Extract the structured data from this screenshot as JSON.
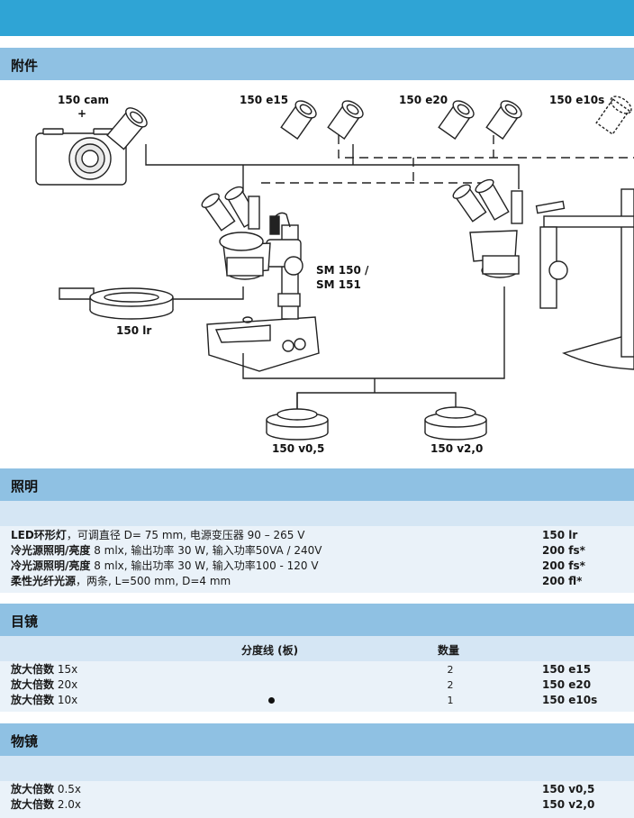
{
  "sections": {
    "accessories": {
      "title": "附件"
    },
    "illumination": {
      "title": "照明",
      "rows": [
        {
          "bold": "LED环形灯",
          "text": "，可调直径 D= 75 mm, 电源变压器 90 – 265 V",
          "code": "150 lr"
        },
        {
          "bold": "冷光源照明/亮度",
          "text": " 8 mlx, 输出功率 30 W, 输入功率50VA / 240V",
          "code": "200 fs*"
        },
        {
          "bold": "冷光源照明/亮度",
          "text": " 8 mlx, 输出功率 30 W, 输入功率100 - 120 V",
          "code": "200 fs*"
        },
        {
          "bold": "柔性光纤光源",
          "text": "，两条, L=500 mm, D=4 mm",
          "code": "200 fl*"
        }
      ]
    },
    "eyepieces": {
      "title": "目镜",
      "col_reticle": "分度线 (板)",
      "col_qty": "数量",
      "rows": [
        {
          "bold": "放大倍数",
          "text": " 15x",
          "qty": "2",
          "code": "150 e15",
          "reticle": false
        },
        {
          "bold": "放大倍数",
          "text": " 20x",
          "qty": "2",
          "code": "150 e20",
          "reticle": false
        },
        {
          "bold": "放大倍数",
          "text": " 10x",
          "qty": "1",
          "code": "150 e10s",
          "reticle": true
        }
      ]
    },
    "objectives": {
      "title": "物镜",
      "rows": [
        {
          "bold": "放大倍数",
          "text": " 0.5x",
          "code": "150 v0,5"
        },
        {
          "bold": "放大倍数",
          "text": " 2.0x",
          "code": "150 v2,0"
        }
      ]
    }
  },
  "diagram": {
    "labels": {
      "cam": "150 cam",
      "plus": "+",
      "e15": "150 e15",
      "e20": "150 e20",
      "e10s": "150 e10s",
      "sm_line1": "SM 150 /",
      "sm_line2": "SM 151",
      "lr": "150 lr",
      "v05": "150 v0,5",
      "v20": "150 v2,0"
    }
  },
  "colors": {
    "top_bar": "#2fa4d5",
    "section_header": "#8fc1e3",
    "band": "#d5e6f4"
  }
}
